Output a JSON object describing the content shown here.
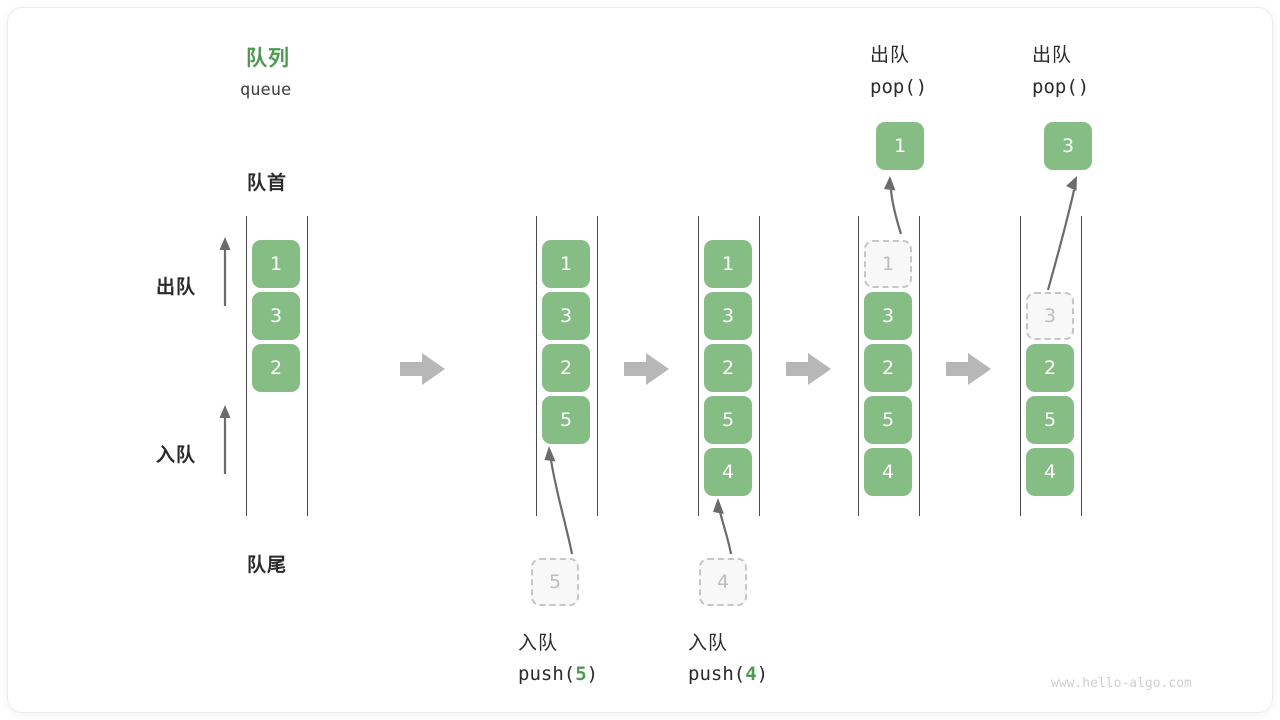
{
  "diagram": {
    "title_cn": "队列",
    "title_en": "queue",
    "front_label": "队首",
    "rear_label": "队尾",
    "dequeue_label": "出队",
    "enqueue_label": "入队",
    "watermark": "www.hello-algo.com",
    "accent_color": "#4e9a51",
    "cell_color": "#86bd85",
    "ghost_color": "#c6c6c6",
    "arrow_color": "#b7b7b7"
  },
  "stages": [
    {
      "id": "stage-1",
      "cells": [
        "1",
        "3",
        "2"
      ],
      "ghost_index": null,
      "empty_top": false
    },
    {
      "id": "stage-2",
      "cells": [
        "1",
        "3",
        "2",
        "5"
      ],
      "ghost_index": null,
      "empty_top": false
    },
    {
      "id": "stage-3",
      "cells": [
        "1",
        "3",
        "2",
        "5",
        "4"
      ],
      "ghost_index": null,
      "empty_top": false
    },
    {
      "id": "stage-4",
      "cells": [
        "1",
        "3",
        "2",
        "5",
        "4"
      ],
      "ghost_index": 0,
      "empty_top": false
    },
    {
      "id": "stage-5",
      "cells": [
        "3",
        "2",
        "5",
        "4"
      ],
      "ghost_index": 0,
      "empty_top": true
    }
  ],
  "push_ops": [
    {
      "id": "push-5",
      "cn": "入队",
      "fn": "push(",
      "arg": "5",
      "close": ")",
      "chip": "5"
    },
    {
      "id": "push-4",
      "cn": "入队",
      "fn": "push(",
      "arg": "4",
      "close": ")",
      "chip": "4"
    }
  ],
  "pop_ops": [
    {
      "id": "pop-1",
      "cn": "出队",
      "code": "pop()",
      "chip": "1"
    },
    {
      "id": "pop-2",
      "cn": "出队",
      "code": "pop()",
      "chip": "3"
    }
  ],
  "flow_arrows": 4
}
